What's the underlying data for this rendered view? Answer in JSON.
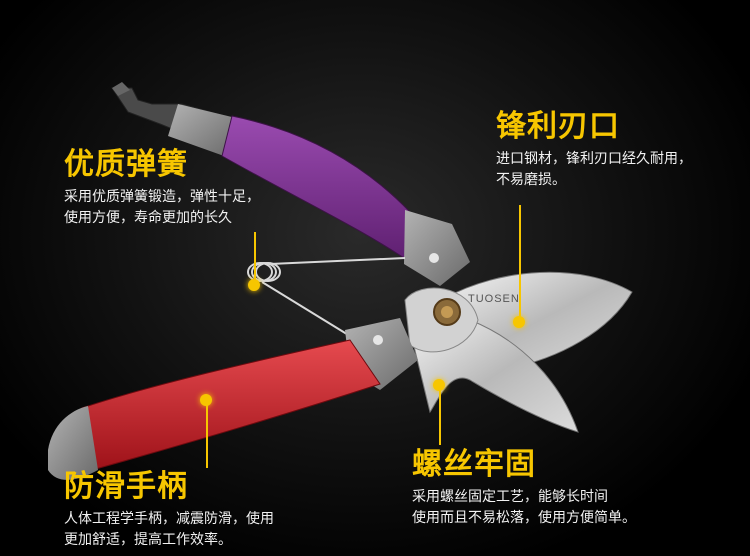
{
  "brand_on_blade": "TUOSEN",
  "features": {
    "spring": {
      "title": "优质弹簧",
      "lines": [
        "采用优质弹簧锻造，弹性十足，",
        "使用方便，寿命更加的长久"
      ]
    },
    "blade": {
      "title": "锋利刃口",
      "lines": [
        "进口钢材，锋利刃口经久耐用，",
        "不易磨损。"
      ]
    },
    "handle": {
      "title": "防滑手柄",
      "lines": [
        "人体工程学手柄，减震防滑，使用",
        "更加舒适，提高工作效率。"
      ]
    },
    "screw": {
      "title": "螺丝牢固",
      "lines": [
        "采用螺丝固定工艺，能够长时间",
        "使用而且不易松落，使用方便简单。"
      ]
    }
  },
  "colors": {
    "accent": "#f7c600",
    "upper_handle": "#7a2f8a",
    "lower_handle": "#c8202a",
    "metal": "#9a9a9a"
  }
}
